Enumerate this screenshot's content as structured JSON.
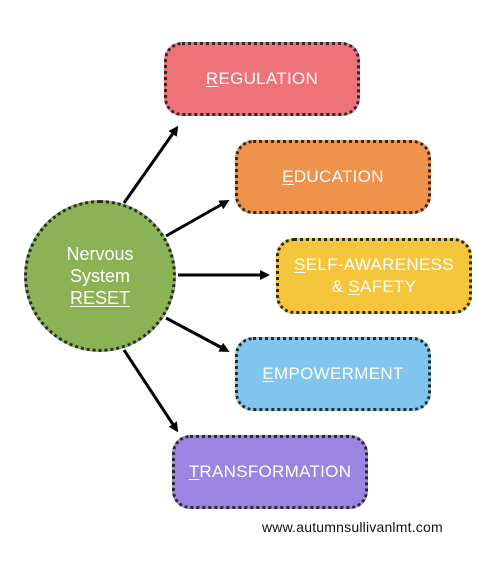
{
  "center": {
    "line1": "Nervous",
    "line2": "System",
    "line3": "RESET"
  },
  "boxes": [
    {
      "first": "R",
      "rest": "EGULATION",
      "color": "#ee7378"
    },
    {
      "first": "E",
      "rest": "DUCATION",
      "color": "#ef924c"
    },
    {
      "first": "S",
      "rest": "ELF-AWARENESS",
      "first2": "S",
      "pre2": "& ",
      "rest2": "AFETY",
      "color": "#f5c63b"
    },
    {
      "first": "E",
      "rest": "MPOWERMENT",
      "color": "#7fc5ee"
    },
    {
      "first": "T",
      "rest": "RANSFORMATION",
      "color": "#9a86e2"
    }
  ],
  "colors": {
    "center_fill": "#8bb255",
    "border": "#2a2a2a",
    "arrow": "#000000"
  },
  "website": "www.autumnsullivanlmt.com"
}
